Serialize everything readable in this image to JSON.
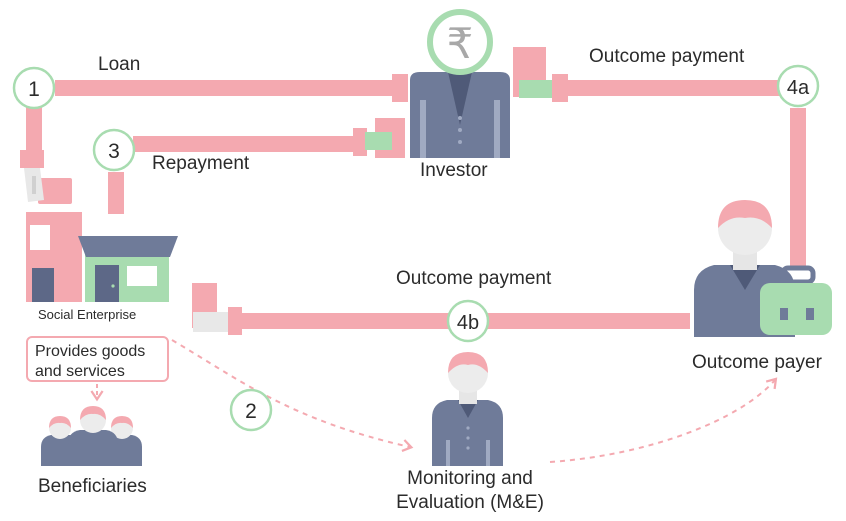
{
  "nodes": {
    "investor": "Investor",
    "outcome_payer": "Outcome payer",
    "social_enterprise": "Social Enterprise",
    "beneficiaries": "Beneficiaries",
    "monitoring": "Monitoring and Evaluation (M&E)",
    "goods_services": "Provides goods and services"
  },
  "flows": {
    "loan": "Loan",
    "repayment": "Repayment",
    "outcome_payment_top": "Outcome payment",
    "outcome_payment_mid": "Outcome payment"
  },
  "steps": {
    "s1": "1",
    "s2": "2",
    "s3": "3",
    "s4a": "4a",
    "s4b": "4b"
  },
  "icons": {
    "currency": "₹",
    "currency_icon": "rupee-icon"
  },
  "colors": {
    "pink": "#f4a9b0",
    "navy": "#6f7b99",
    "green": "#a8dcb0",
    "green_border": "#9fd7a8",
    "skin": "#e8e8e8"
  }
}
